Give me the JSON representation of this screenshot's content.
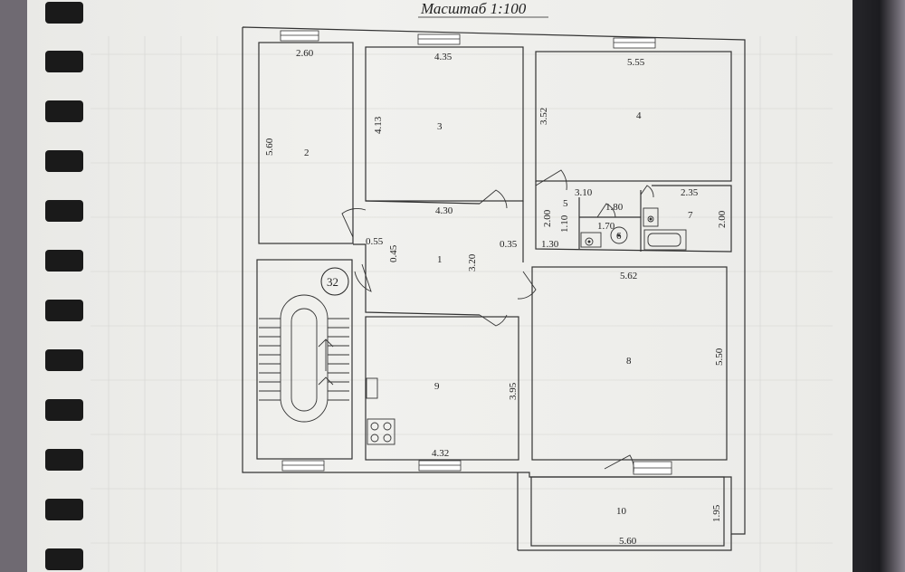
{
  "title": "Масштаб 1:100",
  "stamp": "32",
  "rooms": [
    {
      "id": "1",
      "label": "1"
    },
    {
      "id": "2",
      "label": "2"
    },
    {
      "id": "3",
      "label": "3"
    },
    {
      "id": "4",
      "label": "4"
    },
    {
      "id": "5",
      "label": "5"
    },
    {
      "id": "6",
      "label": "6"
    },
    {
      "id": "7",
      "label": "7"
    },
    {
      "id": "8",
      "label": "8"
    },
    {
      "id": "9",
      "label": "9"
    },
    {
      "id": "10",
      "label": "10"
    }
  ],
  "dimensions": {
    "room2_width": "2.60",
    "room2_height": "5.60",
    "room3_width": "4.35",
    "room3_height": "4.13",
    "room3_bottom": "4.30",
    "room4_width": "5.55",
    "room4_height": "3.52",
    "room5_width": "3.10",
    "room5_height": "2.00",
    "room5_small": "1.10",
    "room5_bottom": "1.30",
    "room6_width": "1.80",
    "room6_small": "1.70",
    "room7_width": "2.35",
    "room7_height": "2.00",
    "hall_door_a": "0.55",
    "hall_door_b": "0.45",
    "hall_height": "3.20",
    "hall_door_c": "0.35",
    "room8_width": "5.62",
    "room8_height": "5.50",
    "room9_height": "3.95",
    "room9_width": "4.32",
    "room10_width": "5.60",
    "room10_height": "1.95"
  }
}
